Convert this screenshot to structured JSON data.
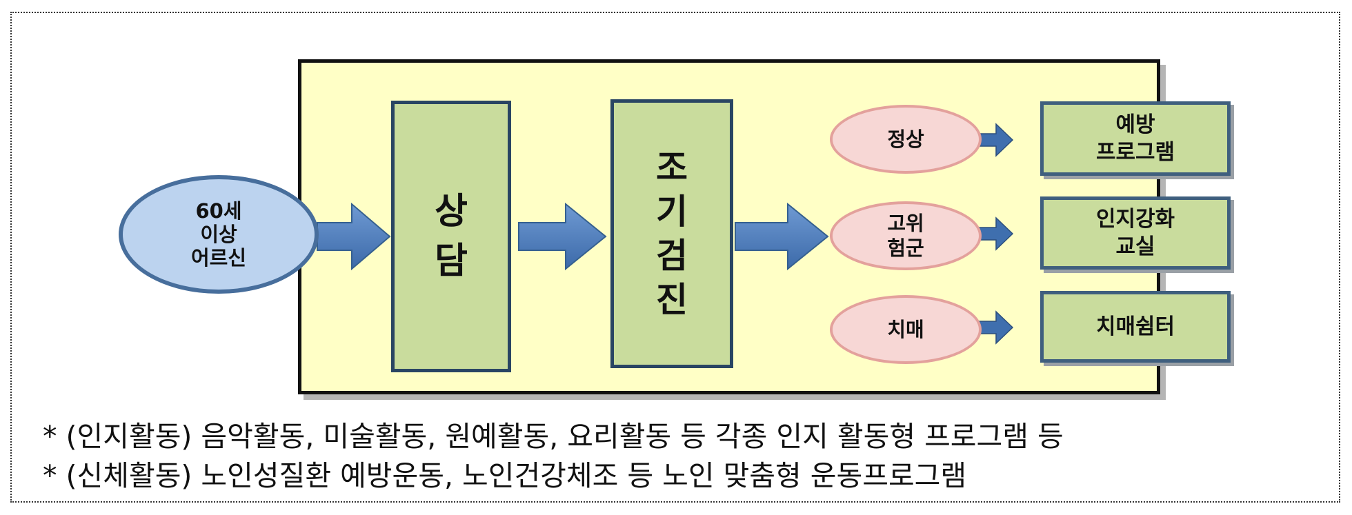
{
  "start": {
    "label": "60세\n이상\n어르신"
  },
  "stages": [
    {
      "label": "상\n담"
    },
    {
      "label": "조\n기\n검\n진"
    }
  ],
  "outcomes": [
    {
      "label": "정상",
      "program": "예방\n프로그램"
    },
    {
      "label": "고위\n험군",
      "program": "인지강화\n교실"
    },
    {
      "label": "치매",
      "program": "치매쉼터"
    }
  ],
  "notes": [
    "* (인지활동) 음악활동, 미술활동, 원예활동, 요리활동 등 각종 인지 활동형 프로그램 등",
    "* (신체활동) 노인성질환 예방운동, 노인건강체조 등 노인 맞춤형 운동프로그램"
  ],
  "colors": {
    "panel": "#ffffc6",
    "stage_fill": "#c9dc9d",
    "start_fill": "#bcd3ef",
    "oval_fill": "#f7d7d5",
    "arrow": "#4a7cbf"
  }
}
